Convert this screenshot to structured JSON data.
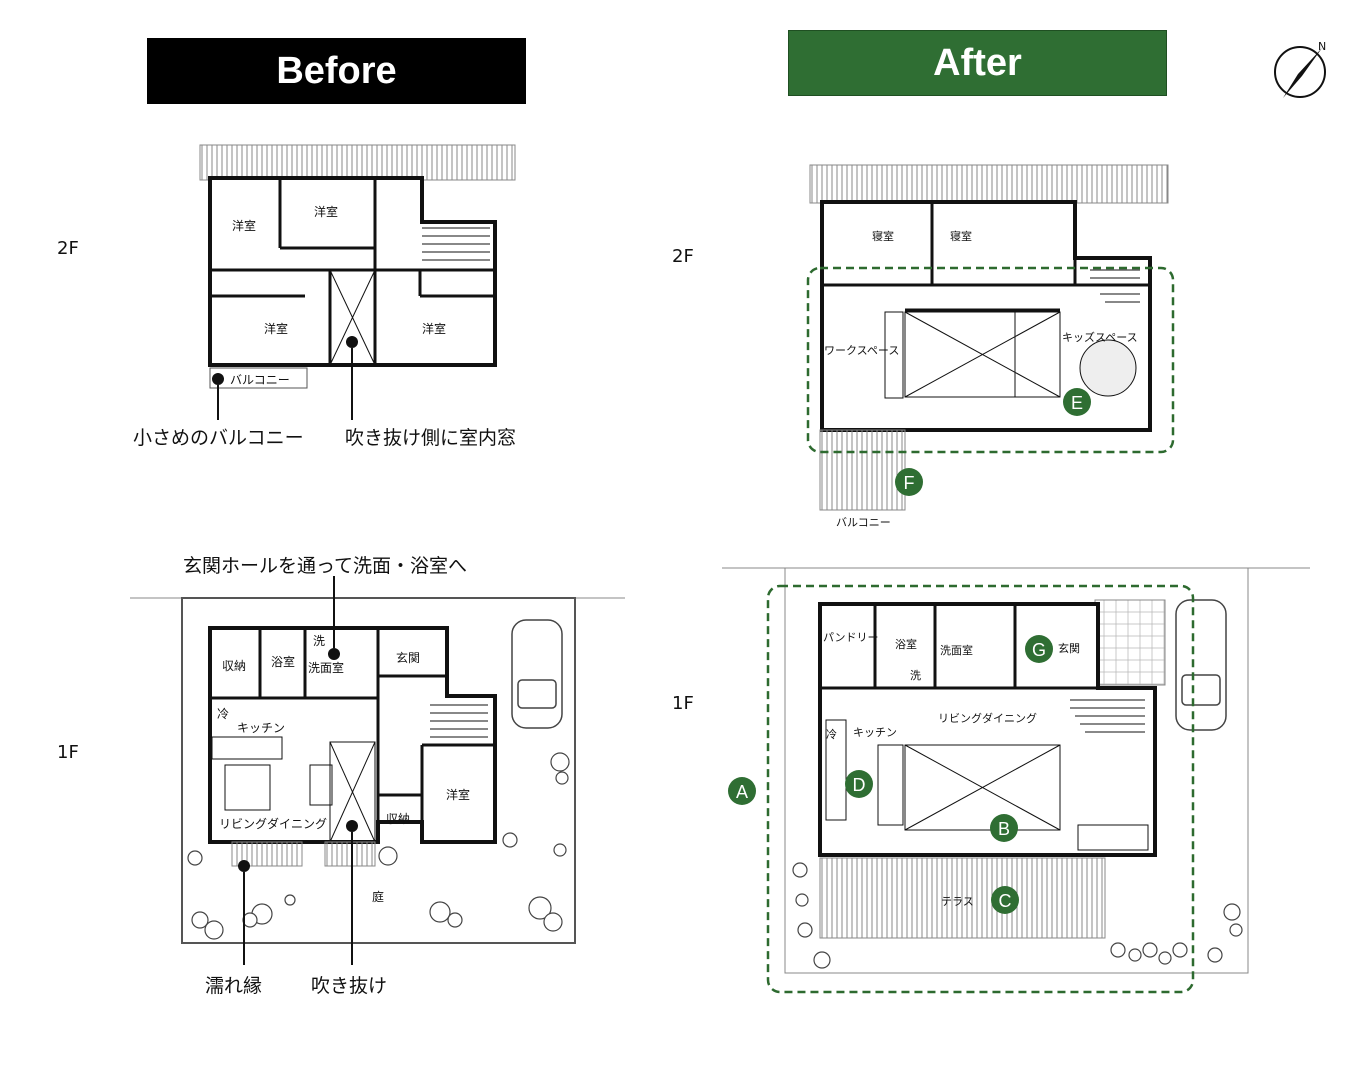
{
  "before": {
    "title": "Before",
    "floor_2f": "2F",
    "floor_1f": "1F",
    "rooms_2f": [
      "洋室",
      "洋室",
      "洋室",
      "洋室"
    ],
    "balcony_label": "バルコニー",
    "rooms_1f": {
      "storage_1": "収納",
      "bath": "浴室",
      "washer": "洗",
      "washroom": "洗面室",
      "entrance": "玄関",
      "fridge": "冷",
      "kitchen": "キッチン",
      "living": "リビングダイニング",
      "storage_2": "収納",
      "western": "洋室",
      "garden": "庭"
    },
    "annotations": {
      "small_balcony": "小さめのバルコニー",
      "indoor_window": "吹き抜け側に室内窓",
      "hall_route": "玄関ホールを通って洗面・浴室へ",
      "engawa": "濡れ縁",
      "atrium": "吹き抜け"
    }
  },
  "after": {
    "title": "After",
    "floor_2f": "2F",
    "floor_1f": "1F",
    "rooms_2f": {
      "bedroom_1": "寝室",
      "bedroom_2": "寝室",
      "workspace": "ワークスペース",
      "kids": "キッズスペース",
      "balcony": "バルコニー"
    },
    "rooms_1f": {
      "pantry": "パンドリー",
      "bath": "浴室",
      "washer": "洗",
      "washroom": "洗面室",
      "entrance": "玄関",
      "fridge": "冷",
      "kitchen": "キッチン",
      "living": "リビングダイニング",
      "terrace": "テラス"
    },
    "markers": [
      "A",
      "B",
      "C",
      "D",
      "E",
      "F",
      "G"
    ]
  },
  "compass": {
    "north_label": "N"
  },
  "colors": {
    "accent_green": "#2f6e33",
    "dashed_green": "#2d6a2f",
    "wall": "#111111"
  }
}
